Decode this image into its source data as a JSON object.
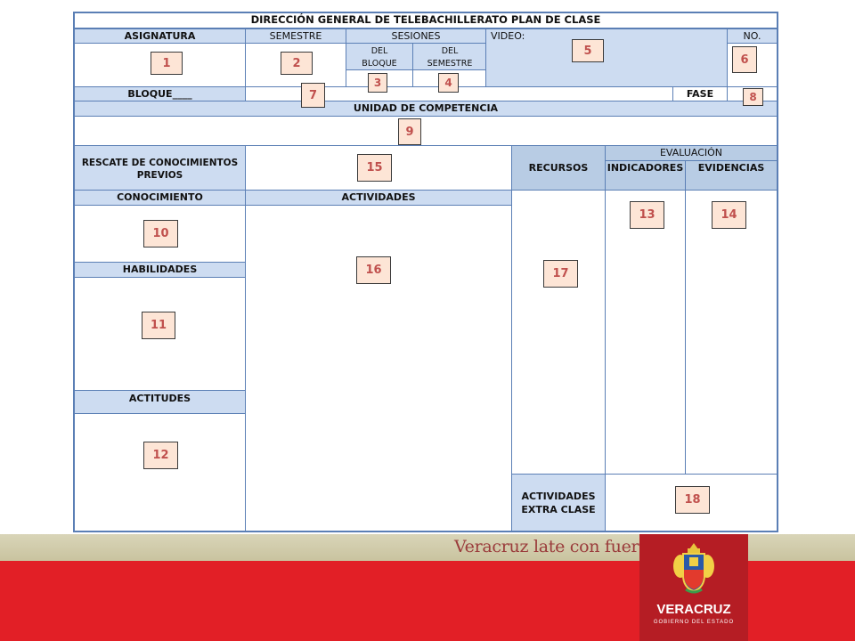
{
  "form": {
    "title": "DIRECCIÓN GENERAL DE TELEBACHILLERATO  PLAN DE CLASE",
    "asignatura": "ASIGNATURA",
    "semestre": "SEMESTRE",
    "sesiones": "SESIONES",
    "del_bloque": "DEL BLOQUE",
    "del_semestre": "DEL SEMESTRE",
    "video": "VIDEO:",
    "no": "NO.",
    "bloque": "BLOQUE____",
    "fase": "FASE",
    "unidad": "UNIDAD DE COMPETENCIA",
    "rescate": "RESCATE DE CONOCIMIENTOS PREVIOS",
    "recursos": "RECURSOS",
    "evaluacion": "EVALUACIÓN",
    "indicadores": "INDICADORES",
    "evidencias": "EVIDENCIAS",
    "conocimiento": "CONOCIMIENTO",
    "actividades": "ACTIVIDADES",
    "habilidades": "HABILIDADES",
    "actitudes": "ACTITUDES",
    "extra_clase": "ACTIVIDADES EXTRA CLASE"
  },
  "markers": [
    "1",
    "2",
    "3",
    "4",
    "5",
    "6",
    "7",
    "8",
    "9",
    "10",
    "11",
    "12",
    "13",
    "14",
    "15",
    "16",
    "17",
    "18"
  ],
  "footer": {
    "slogan": "Veracruz late con fuerza",
    "logo_title": "VERACRUZ",
    "logo_subtitle": "GOBIERNO DEL ESTADO"
  },
  "colors": {
    "header_fill": "#cddcf1",
    "border": "#5b7fb5",
    "marker_fill": "#fde5d6",
    "marker_text": "#c0504d",
    "red_band": "#e21f26"
  }
}
